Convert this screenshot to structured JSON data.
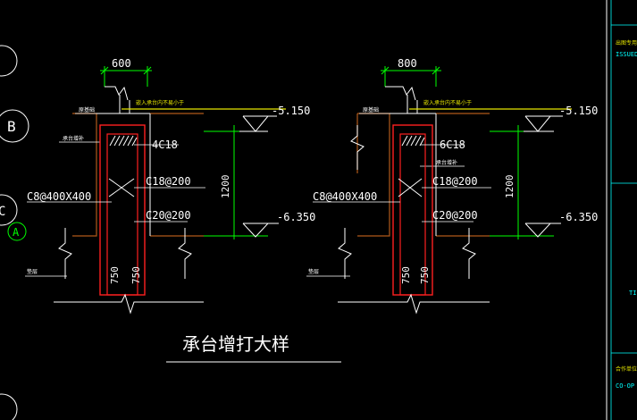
{
  "grid_bubbles": [
    "B",
    "C",
    "A"
  ],
  "left_detail": {
    "width_dim": "600",
    "note": "嵌入承台内不易小于",
    "level_top": "-5.150",
    "level_bottom": "-6.350",
    "height_dim": "1200",
    "top_bar": "4C18",
    "stirrup_1": "C18@200",
    "stirrup_2": "C20@200",
    "hoop": "C8@400X400",
    "lap_1": "750",
    "lap_2": "750",
    "label_wall": "原基础",
    "label_cap": "承台增补",
    "label_ground": "垫层"
  },
  "right_detail": {
    "width_dim": "800",
    "note": "嵌入承台内不易小于",
    "level_top": "-5.150",
    "level_bottom": "-6.350",
    "height_dim": "1200",
    "top_bar": "6C18",
    "stirrup_1": "C18@200",
    "stirrup_2": "C20@200",
    "hoop": "C8@400X400",
    "lap_1": "750",
    "lap_2": "750",
    "label_wall": "原基础",
    "label_cap": "承台增补",
    "label_ground": "垫层"
  },
  "caption": "承台增打大样",
  "title_block": {
    "issued_cn": "出图专用章",
    "issued_en": "ISSUED",
    "t_fragment": "TI",
    "co_cn": "合作单位",
    "co_en": "CO-OP"
  },
  "colors": {
    "background": "#000000",
    "lines": "#ffffff",
    "rebar": "#ff2020",
    "dimension": "#00ff00",
    "cyan": "#00ffff",
    "yellow": "#e6e600",
    "brown": "#b05a1a"
  }
}
